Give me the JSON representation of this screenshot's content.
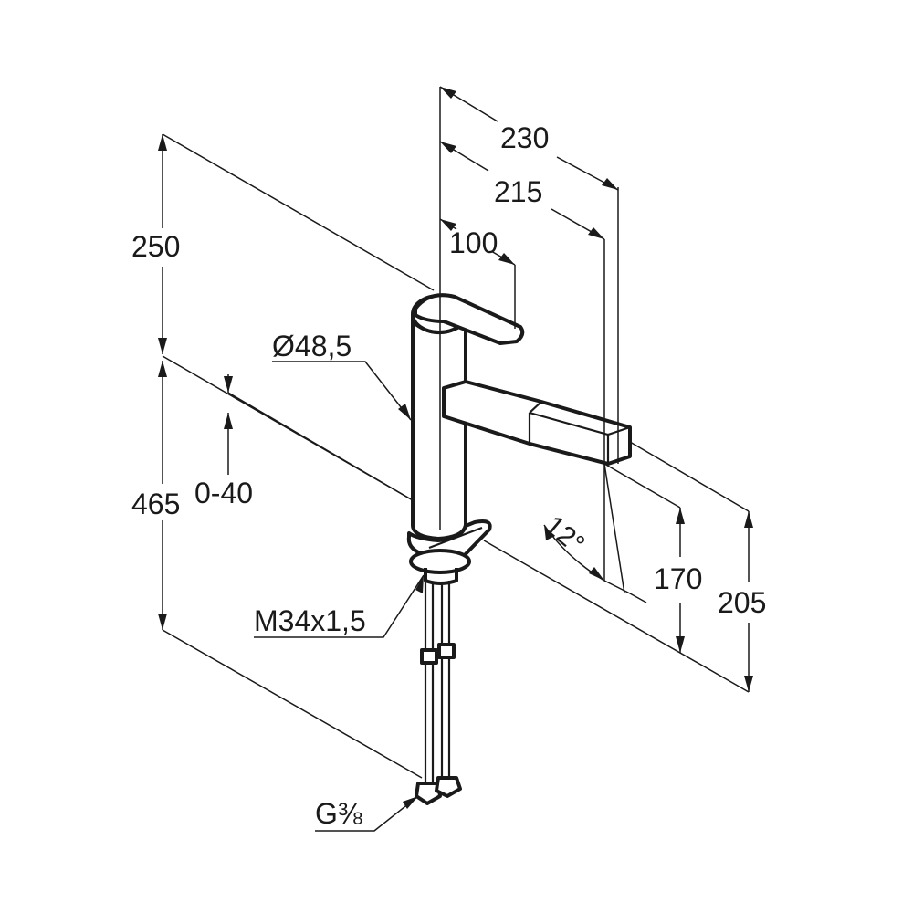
{
  "dimensions": {
    "width_overall": "230",
    "width_spout": "215",
    "width_lever": "100",
    "height_top": "250",
    "height_total": "465",
    "deck_range": "0-40",
    "body_diameter": "Ø48,5",
    "swivel_angle": "12°",
    "spout_height": "170",
    "outlet_height": "205",
    "thread": "M34x1,5",
    "connection": "G⅜"
  }
}
